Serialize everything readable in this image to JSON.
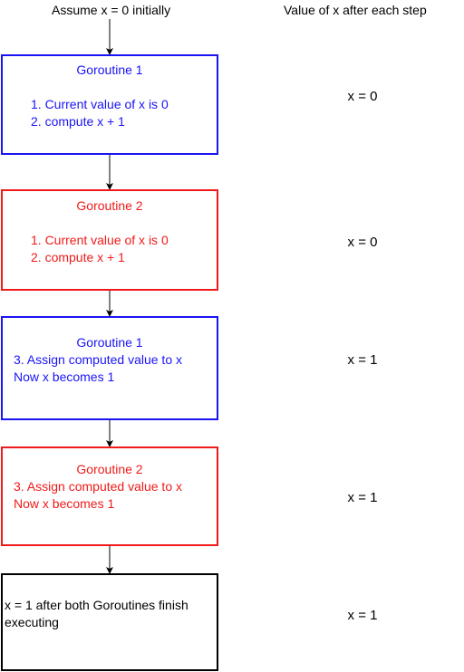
{
  "header": {
    "left": "Assume x = 0 initially",
    "right": "Value of x after each step"
  },
  "colors": {
    "goroutine1": "#1a14f5",
    "goroutine2": "#f01a1a",
    "final": "#000000",
    "arrow": "#000000"
  },
  "steps": [
    {
      "color_role": "goroutine1",
      "title": "Goroutine 1",
      "lines": [
        "1. Current value of x is 0",
        "2. compute x + 1"
      ],
      "value": "x = 0"
    },
    {
      "color_role": "goroutine2",
      "title": "Goroutine 2",
      "lines": [
        "1. Current value of x is 0",
        "2. compute x + 1"
      ],
      "value": "x = 0"
    },
    {
      "color_role": "goroutine1",
      "title": "Goroutine 1",
      "lines": [
        "3. Assign computed value to x",
        "Now x becomes 1"
      ],
      "value": "x = 1"
    },
    {
      "color_role": "goroutine2",
      "title": "Goroutine 2",
      "lines": [
        "3. Assign computed value to x",
        "Now x becomes 1"
      ],
      "value": "x = 1"
    },
    {
      "color_role": "final",
      "title": "",
      "lines": [
        "x = 1 after both Goroutines finish",
        "executing"
      ],
      "value": "x = 1"
    }
  ]
}
